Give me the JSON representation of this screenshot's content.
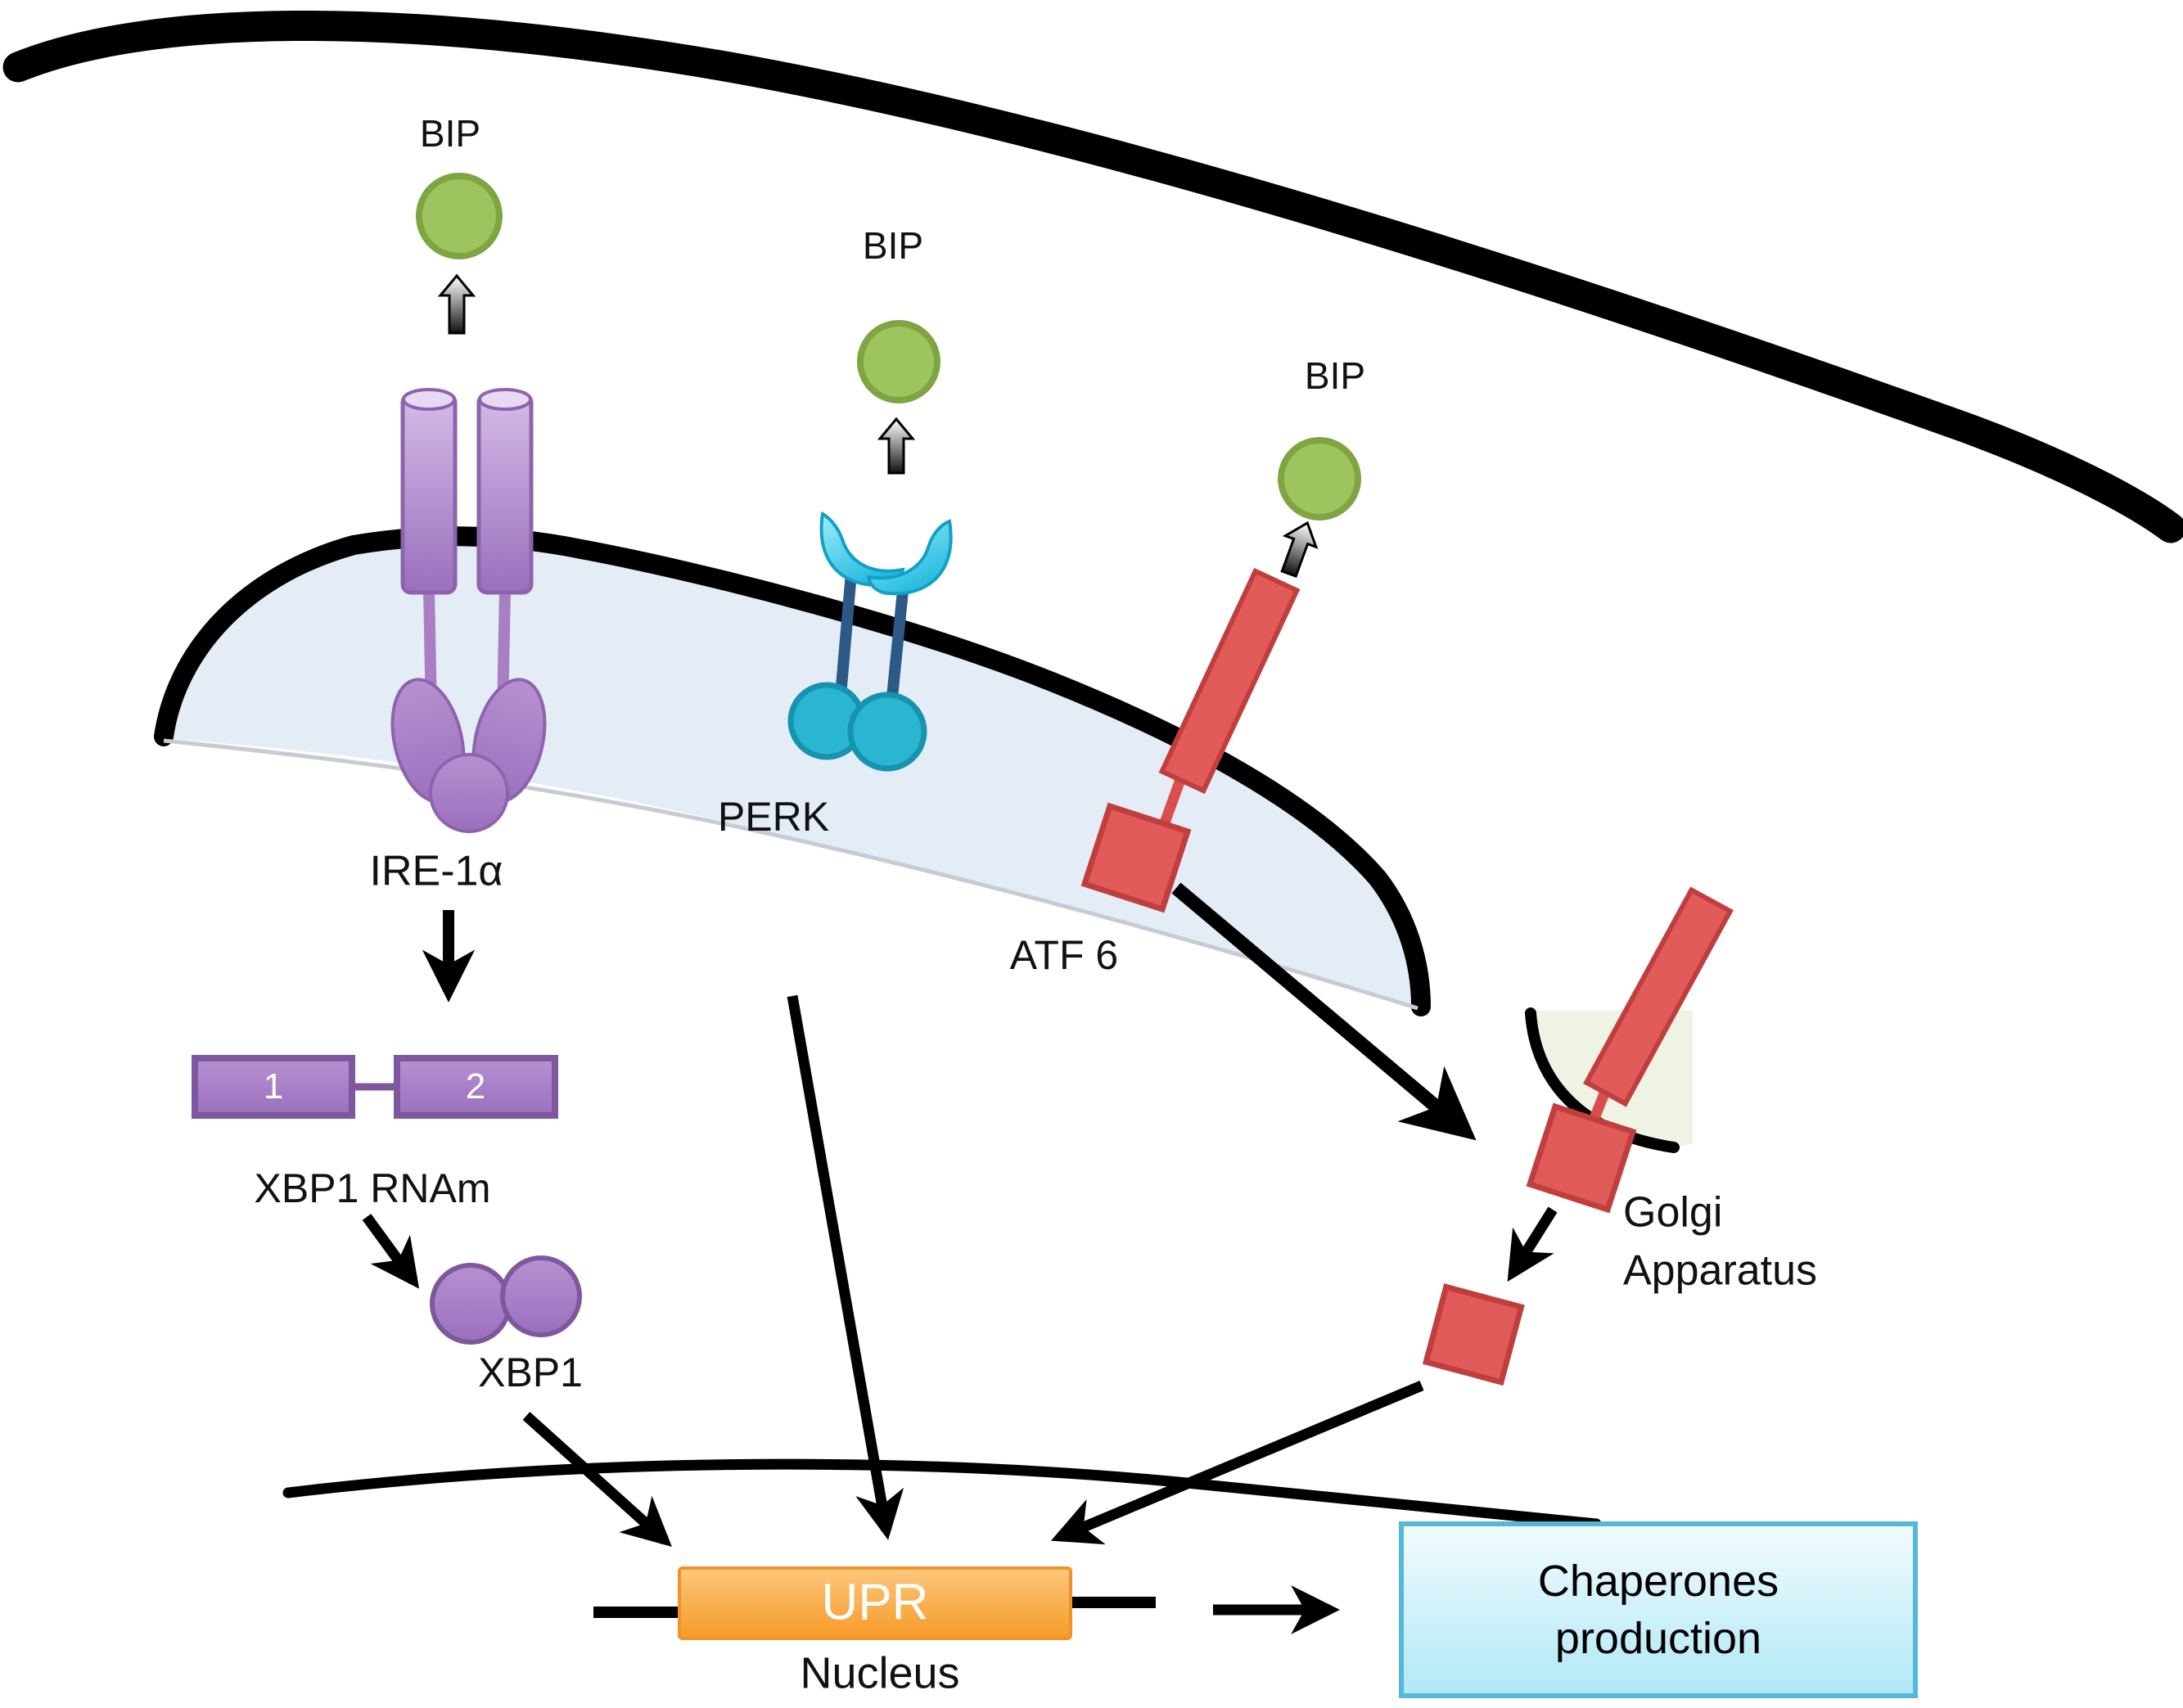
{
  "labels": {
    "bip1": "BIP",
    "bip2": "BIP",
    "bip3": "BIP",
    "ire1": "IRE-1α",
    "perk": "PERK",
    "atf6": "ATF 6",
    "xbp1_rnam": "XBP1 RNAm",
    "xbp1": "XBP1",
    "golgi_line1": "Golgi",
    "golgi_line2": "Apparatus",
    "upr": "UPR",
    "nucleus": "Nucleus",
    "chaperones_line1": "Chaperones",
    "chaperones_line2": "production",
    "exon1": "1",
    "exon2": "2"
  },
  "colors": {
    "membrane_black": "#000000",
    "er_lumen_fill": "#e4ecf6",
    "er_bottom_edge": "#c6cbd4",
    "bip_green_fill": "#9dc45e",
    "bip_green_stroke": "#7fa542",
    "purple_fill": "#a77fc5",
    "purple_stroke": "#7d589e",
    "perk_crescent_fill": "#45cdec",
    "perk_crescent_stroke": "#12a0c6",
    "perk_stem": "#2d5986",
    "perk_circle_fill": "#2ab5d0",
    "perk_circle_stroke": "#1693b0",
    "atf6_red_fill": "#e15b5b",
    "atf6_red_stroke": "#c13e3e",
    "golgi_sac_fill": "#eef3e3",
    "upr_box_orange": "#f79a28",
    "upr_box_border": "#ef9227",
    "chaperones_fill": "#c9eff9",
    "chaperones_border": "#55b7d9",
    "arrow_black": "#000000"
  }
}
